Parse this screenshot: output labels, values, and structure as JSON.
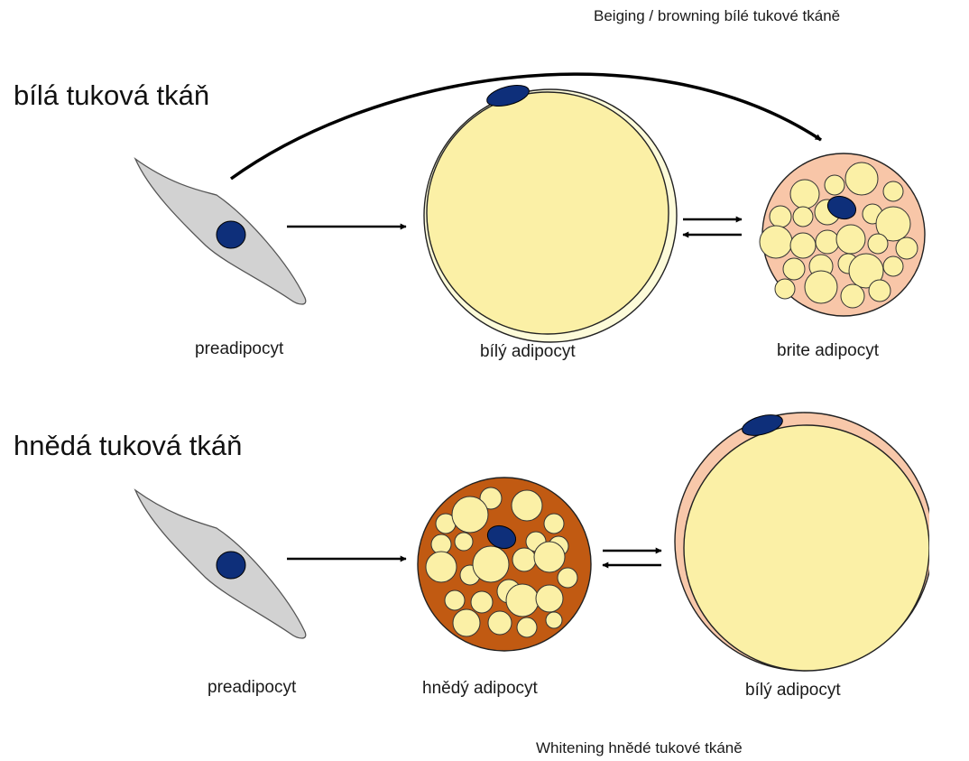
{
  "process_top": "Beiging / browning bílé tukové tkáně",
  "process_bottom": "Whitening hnědé tukové tkáně",
  "white_tissue": {
    "title": "bílá tuková tkáň",
    "cells": [
      "preadipocyt",
      "bílý adipocyt",
      "brite adipocyt"
    ]
  },
  "brown_tissue": {
    "title": "hnědá tuková tkáň",
    "cells": [
      "preadipocyt",
      "hnědý adipocyt",
      "bílý adipocyt"
    ]
  },
  "colors": {
    "preadipocyte": "#d2d2d2",
    "nucleus": "#0e2f7a",
    "lipid": "#fbf0a6",
    "white_cytoplasm": "#fdfbd9",
    "brite_cytoplasm": "#f8c6a8",
    "brown_cytoplasm": "#c15a12",
    "whitened_cytoplasm": "#f8c8aa"
  }
}
